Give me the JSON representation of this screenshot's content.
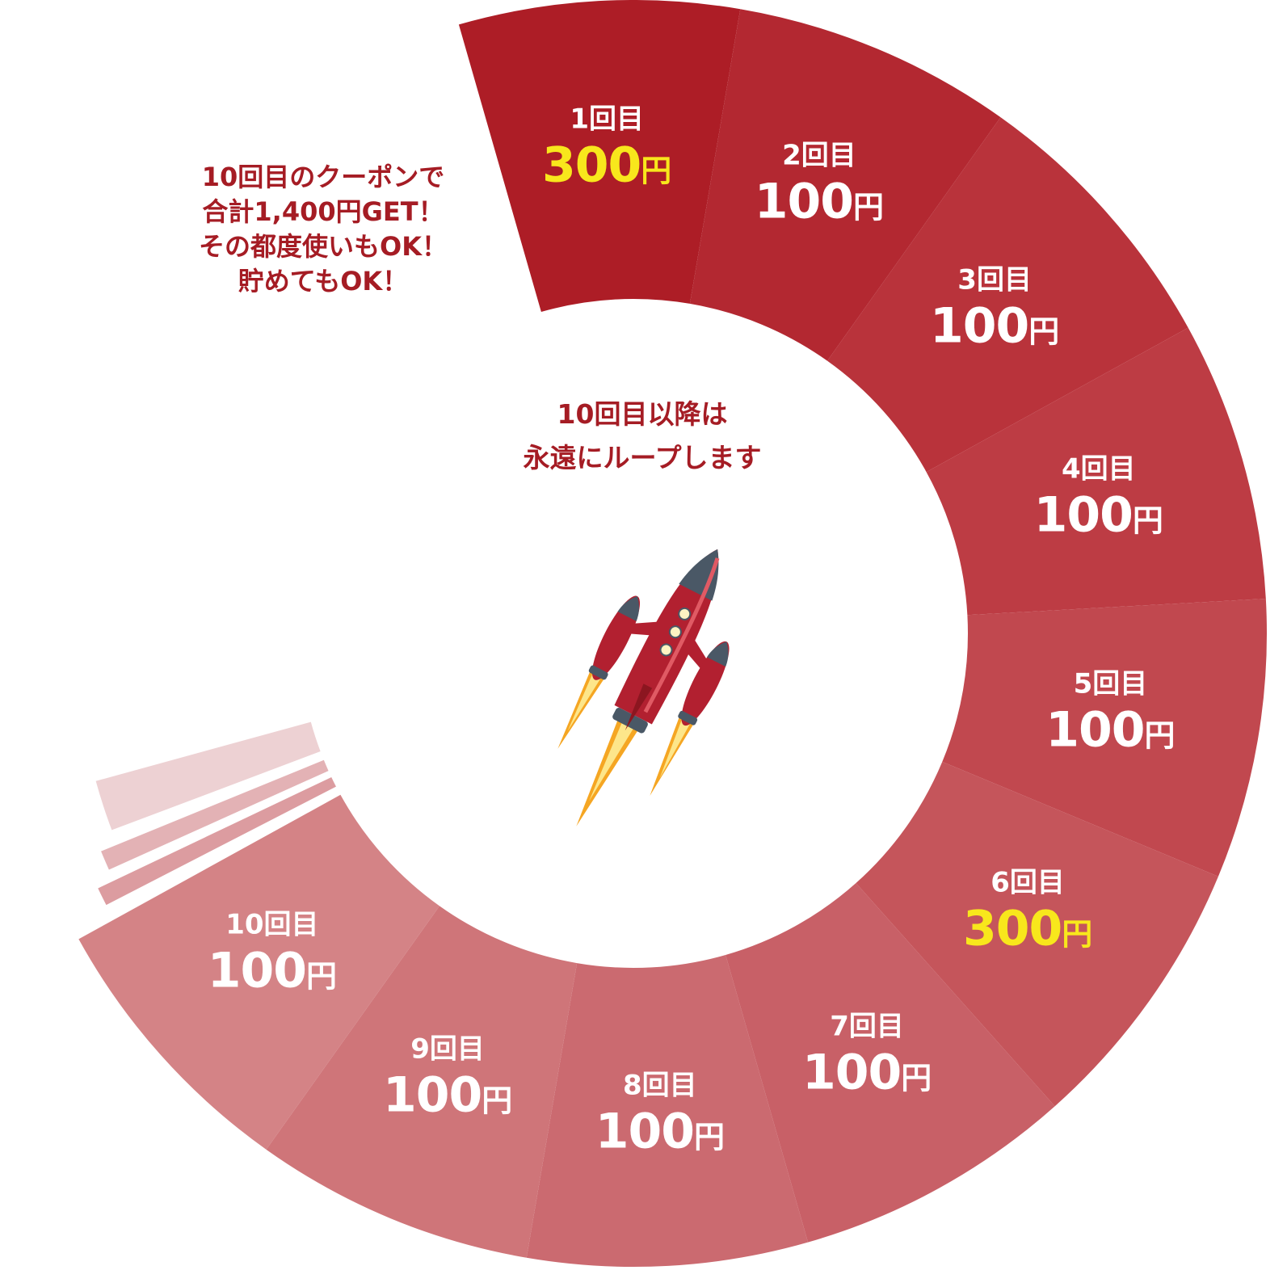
{
  "note": {
    "lines": [
      "10回目のクーポンで",
      "合計1,400円GET！",
      "その都度使いもOK！",
      "貯めてもOK！"
    ]
  },
  "center": {
    "lines": [
      "10回目以降は",
      "永遠にループします"
    ]
  },
  "unit": "円",
  "segments": [
    {
      "count": "1回目",
      "value": "300",
      "highlight": true,
      "color": "#ad1d26"
    },
    {
      "count": "2回目",
      "value": "100",
      "highlight": false,
      "color": "#b32831"
    },
    {
      "count": "3回目",
      "value": "100",
      "highlight": false,
      "color": "#b9333b"
    },
    {
      "count": "4回目",
      "value": "100",
      "highlight": false,
      "color": "#bd3c44"
    },
    {
      "count": "5回目",
      "value": "100",
      "highlight": false,
      "color": "#c1484f"
    },
    {
      "count": "6回目",
      "value": "300",
      "highlight": true,
      "color": "#c5555b"
    },
    {
      "count": "7回目",
      "value": "100",
      "highlight": false,
      "color": "#c86067"
    },
    {
      "count": "8回目",
      "value": "100",
      "highlight": false,
      "color": "#cb6a70"
    },
    {
      "count": "9回目",
      "value": "100",
      "highlight": false,
      "color": "#cf7579"
    },
    {
      "count": "10回目",
      "value": "100",
      "highlight": false,
      "color": "#d48386"
    }
  ],
  "fade_colors": [
    "#dc9ca0",
    "#e3b2b5",
    "#edd1d3"
  ],
  "colors": {
    "text_dark": "#a51c24",
    "highlight": "#f8e71c",
    "label": "#ffffff"
  },
  "icons": {
    "rocket": "rocket-icon"
  }
}
